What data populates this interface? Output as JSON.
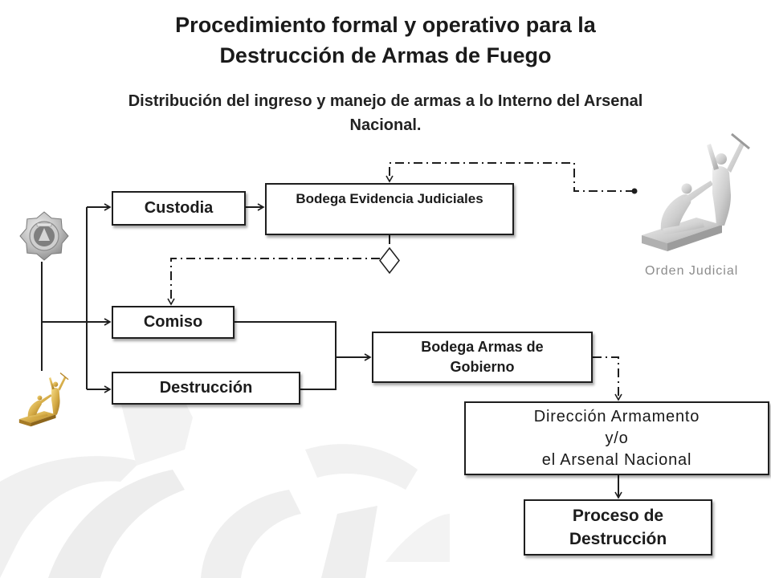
{
  "slide": {
    "title": {
      "line1": "Procedimiento formal y operativo para la",
      "line2": "Destrucción de Armas de Fuego"
    },
    "subtitle": {
      "line1": "Distribución del ingreso y manejo de armas a lo Interno del Arsenal",
      "line2": "Nacional."
    }
  },
  "flow": {
    "custodia": "Custodia",
    "bodega_evidencia": "Bodega Evidencia Judiciales",
    "comiso": "Comiso",
    "destruccion": "Destrucción",
    "bodega_armas": {
      "line1": "Bodega Armas de",
      "line2": "Gobierno"
    },
    "direccion": {
      "line1": "Dirección Armamento",
      "line2": "y/o",
      "line3": "el Arsenal Nacional"
    },
    "proceso": {
      "line1": "Proceso de",
      "line2": "Destrucción"
    },
    "orden_judicial": "Orden Judicial"
  },
  "icons": {
    "badge": "police-badge-icon",
    "gold_statue": "gold-statue-icon",
    "grey_statue": "grey-statue-icon"
  },
  "colors": {
    "text": "#1c1c1c",
    "box_border": "#1e1e1e",
    "caption": "#8c8c8c",
    "gold": "#c9a23a",
    "silver": "#a8a8a8"
  }
}
